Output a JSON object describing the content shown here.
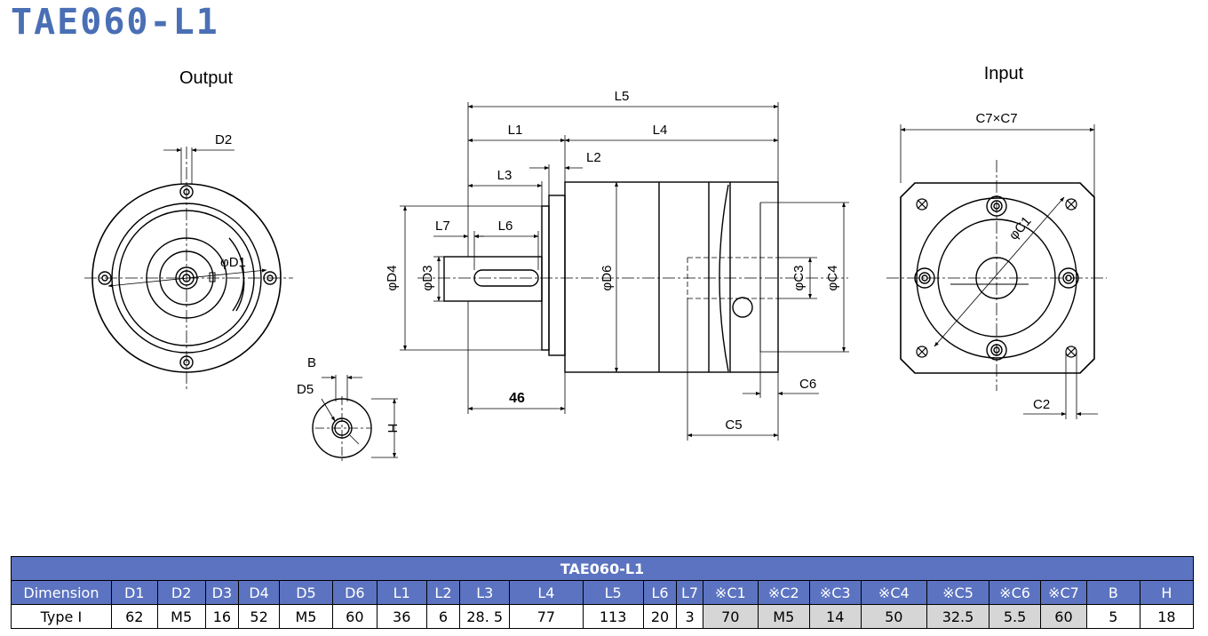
{
  "title": "TAE060-L1",
  "title_color": "#4a6fb5",
  "views": {
    "output_label": "Output",
    "input_label": "Input"
  },
  "labels": {
    "D1": "φD1",
    "D2": "D2",
    "D3": "φD3",
    "D4": "φD4",
    "D5": "D5",
    "D6": "φD6",
    "B": "B",
    "H": "H",
    "L1": "L1",
    "L2": "L2",
    "L3": "L3",
    "L4": "L4",
    "L5": "L5",
    "L6": "L6",
    "L7": "L7",
    "C1": "φC1",
    "C2": "C2",
    "C3": "φC3",
    "C4": "φC4",
    "C5": "C5",
    "C6": "C6",
    "C7": "C7×C7",
    "flange_dim": "46"
  },
  "table": {
    "header": "TAE060-L1",
    "header_bg": "#5b73c0",
    "shaded_bg": "#d6d6d6",
    "columns": [
      "Dimension",
      "D1",
      "D2",
      "D3",
      "D4",
      "D5",
      "D6",
      "L1",
      "L2",
      "L3",
      "L4",
      "L5",
      "L6",
      "L7",
      "※C1",
      "※C2",
      "※C3",
      "※C4",
      "※C5",
      "※C6",
      "※C7",
      "B",
      "H"
    ],
    "rows": [
      [
        "Type I",
        "62",
        "M5",
        "16",
        "52",
        "M5",
        "60",
        "36",
        "6",
        "28. 5",
        "77",
        "113",
        "20",
        "3",
        "70",
        "M5",
        "14",
        "50",
        "32.5",
        "5.5",
        "60",
        "5",
        "18"
      ]
    ]
  }
}
